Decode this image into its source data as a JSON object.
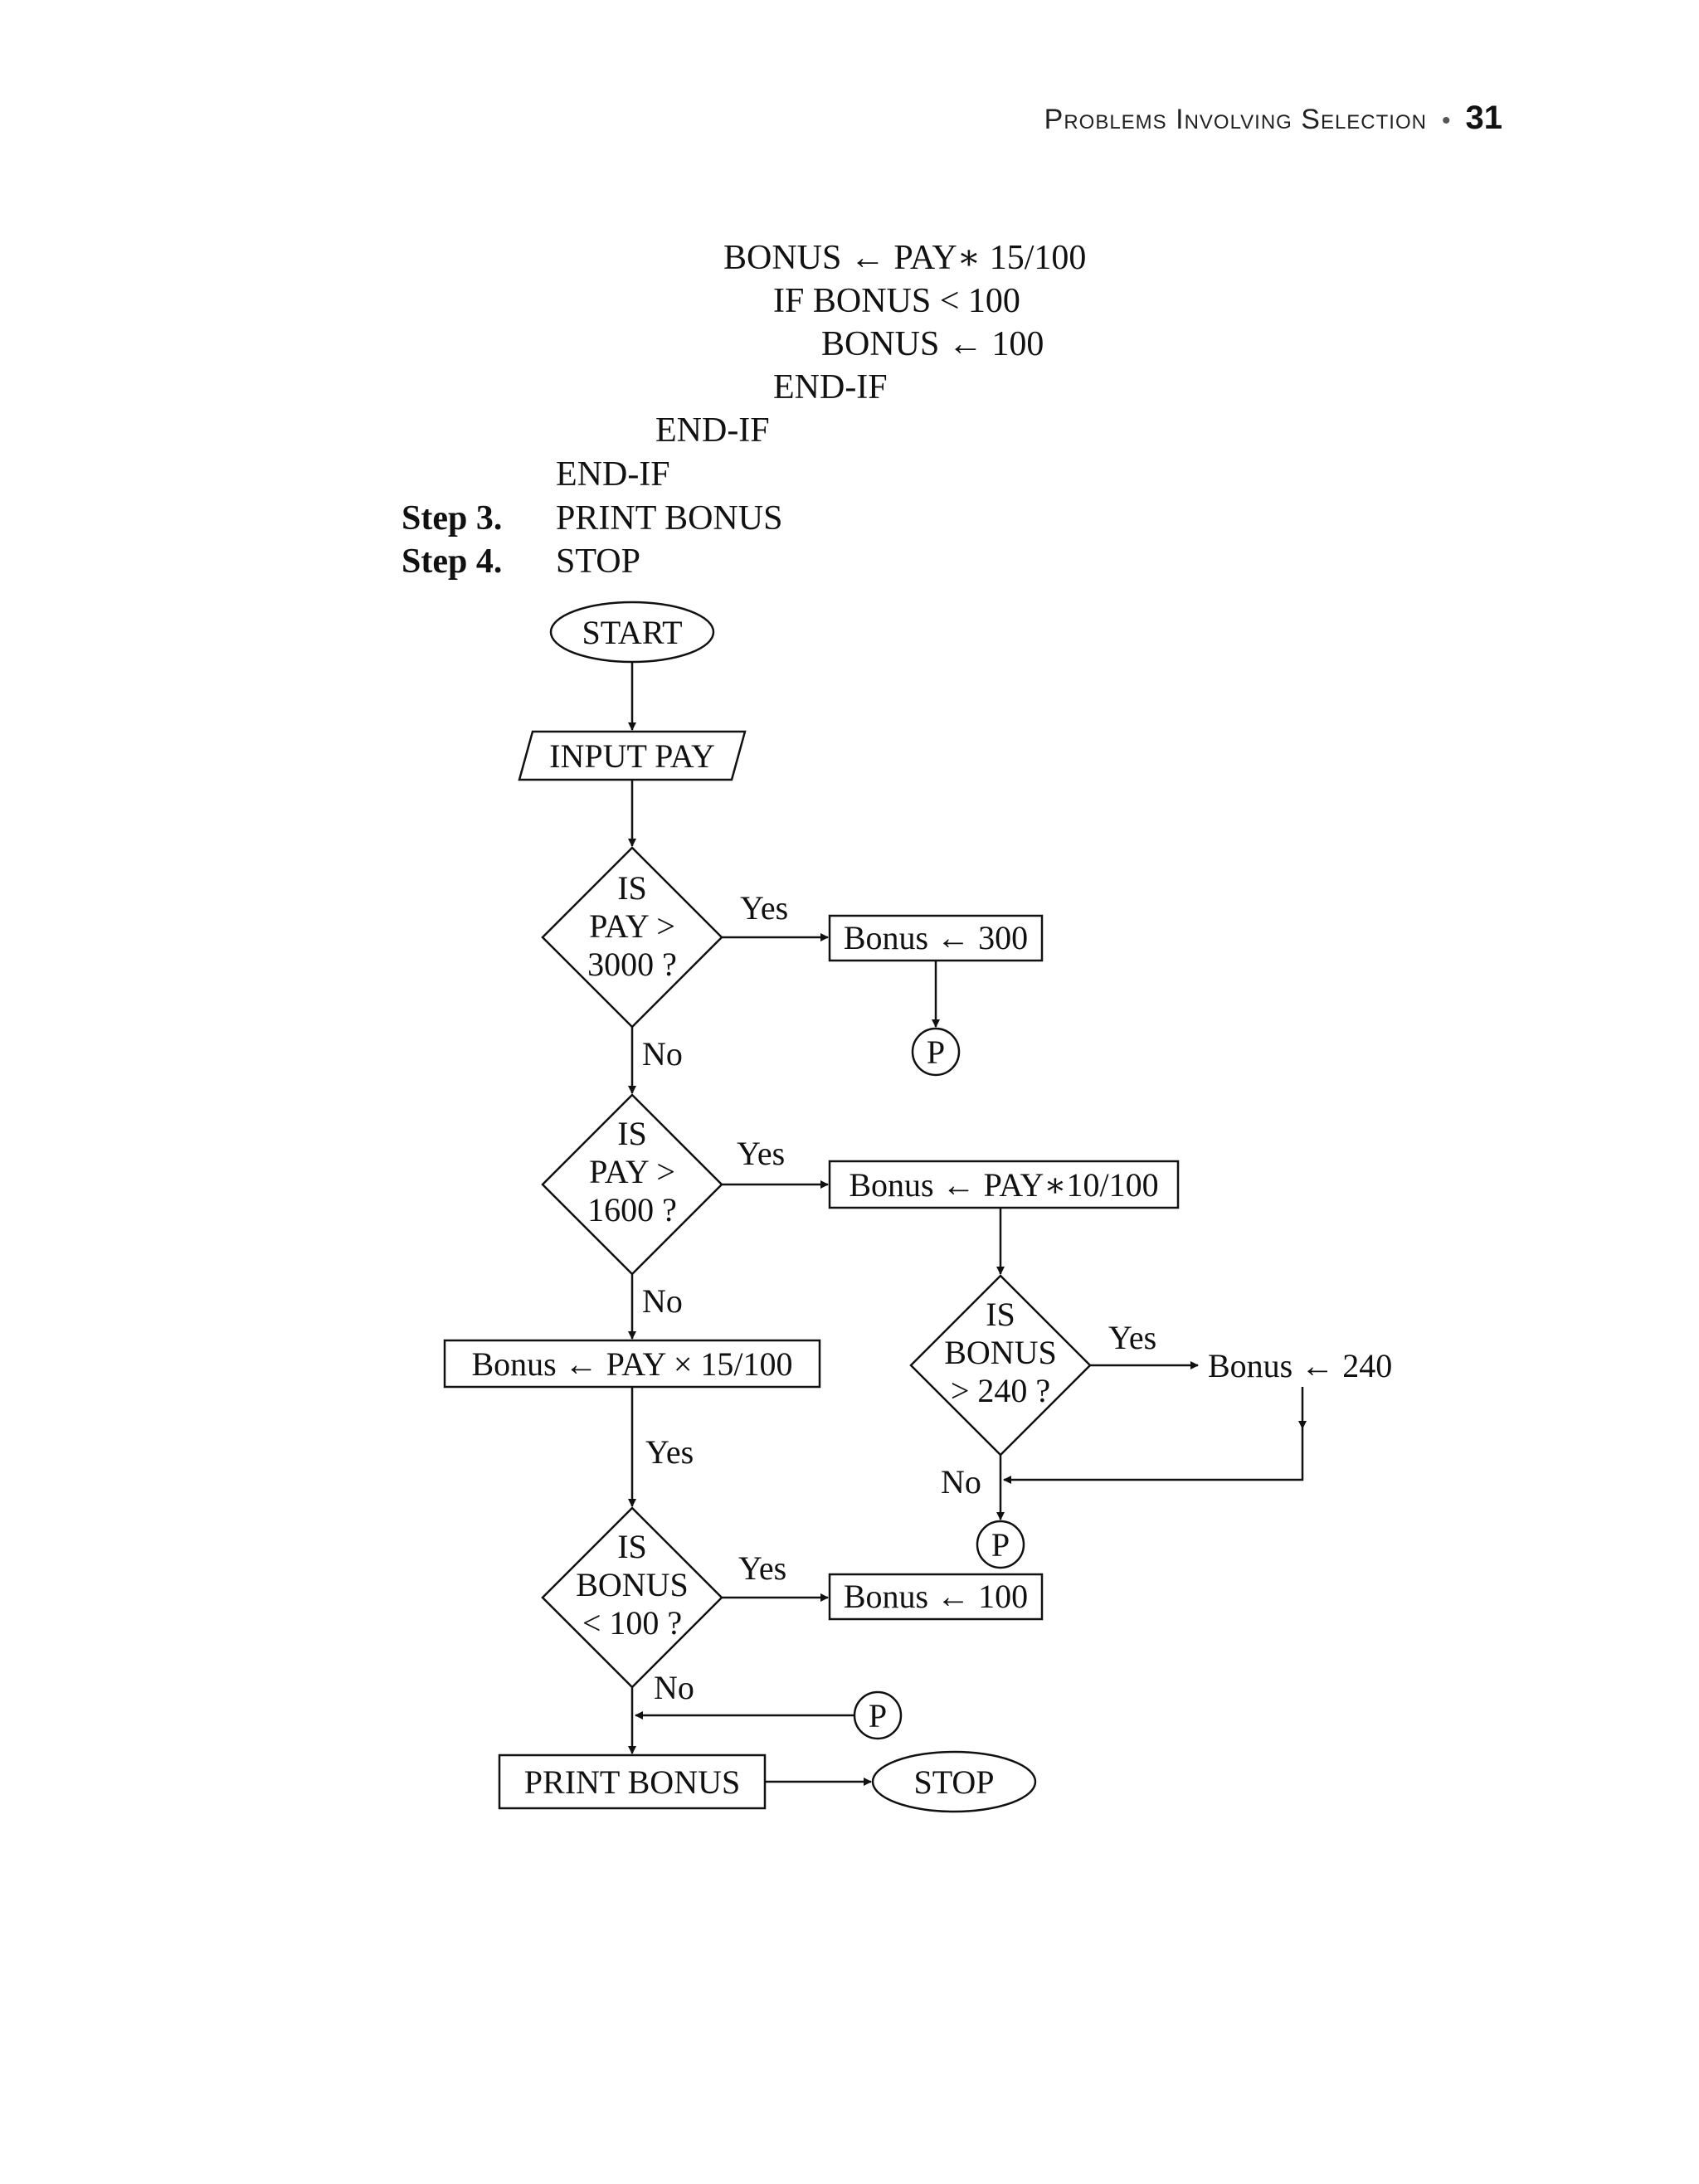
{
  "header": {
    "title": "Problems Involving Selection",
    "separator": "•",
    "page_number": "31"
  },
  "pseudocode": {
    "line_bonus_calc": "BONUS ← PAY∗ 15/100",
    "line_if_bonus": "IF BONUS < 100",
    "line_bonus_set": "BONUS ← 100",
    "line_endif_1": "END-IF",
    "line_endif_2": "END-IF",
    "line_endif_3": "END-IF",
    "step3_label": "Step 3.",
    "step3_text": "PRINT BONUS",
    "step4_label": "Step 4.",
    "step4_text": "STOP"
  },
  "flowchart": {
    "start": "START",
    "input": "INPUT PAY",
    "decision1": {
      "line1": "IS",
      "line2": "PAY >",
      "line3": "3000 ?"
    },
    "decision1_yes": "Yes",
    "decision1_no": "No",
    "process1": "Bonus ← 300",
    "connector1": "P",
    "decision2": {
      "line1": "IS",
      "line2": "PAY >",
      "line3": "1600 ?"
    },
    "decision2_yes": "Yes",
    "decision2_no": "No",
    "process2": "Bonus ← PAY∗10/100",
    "decision3": {
      "line1": "IS",
      "line2": "BONUS",
      "line3": "> 240 ?"
    },
    "decision3_yes": "Yes",
    "decision3_no": "No",
    "process3": "Bonus ← 240",
    "connector2": "P",
    "process4": "Bonus ← PAY × 15/100",
    "process4_yes": "Yes",
    "decision4": {
      "line1": "IS",
      "line2": "BONUS",
      "line3": "< 100 ?"
    },
    "decision4_yes": "Yes",
    "decision4_no": "No",
    "process5": "Bonus ← 100",
    "connector3": "P",
    "output": "PRINT BONUS",
    "stop": "STOP"
  }
}
